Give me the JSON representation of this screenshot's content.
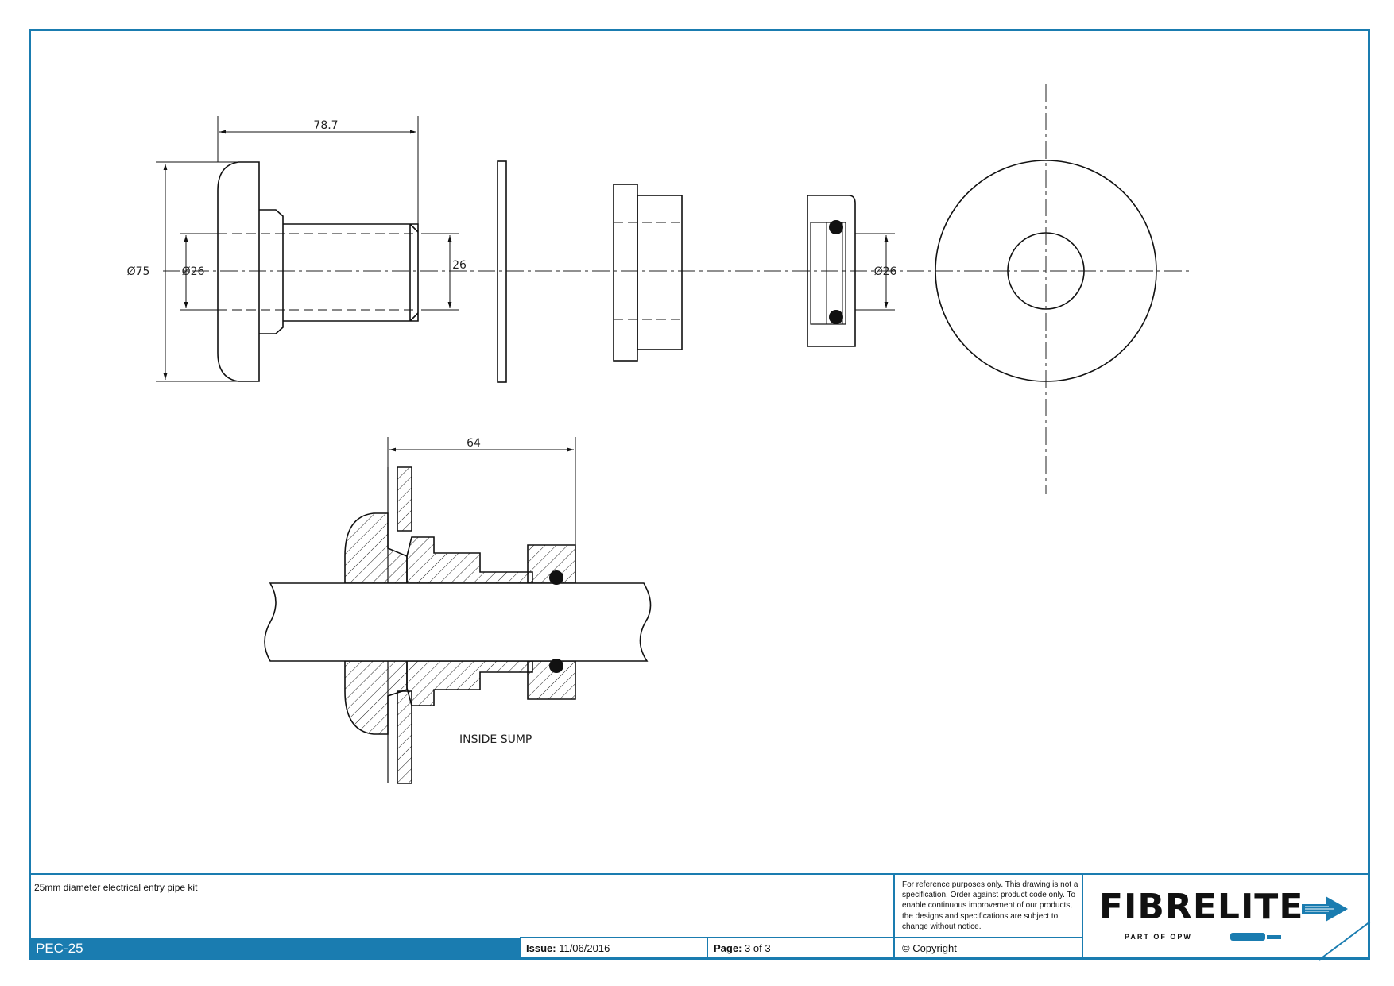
{
  "drawing": {
    "dim_length_top": "78.7",
    "dim_outer_diameter": "Ø75",
    "dim_inner_diameter": "Ø26",
    "dim_bore": "26",
    "dim_nut_bore": "Ø26",
    "dim_length_section": "64",
    "label_inside": "INSIDE SUMP"
  },
  "title_block": {
    "description": "25mm diameter electrical entry pipe kit",
    "code": "PEC-25",
    "issue_label": "Issue:",
    "issue_value": "11/06/2016",
    "page_label": "Page:",
    "page_value": "3 of 3",
    "note": "For reference purposes only. This drawing is not a specification. Order against product code only.  To enable continuous improvement of our products, the designs and specifications are subject to change without notice.",
    "copyright": "© Copyright"
  },
  "logo": {
    "wordmark": "FIBRELITE",
    "tagline": "PART OF OPW"
  },
  "colors": {
    "accent": "#1a7cb0",
    "line": "#111111"
  }
}
